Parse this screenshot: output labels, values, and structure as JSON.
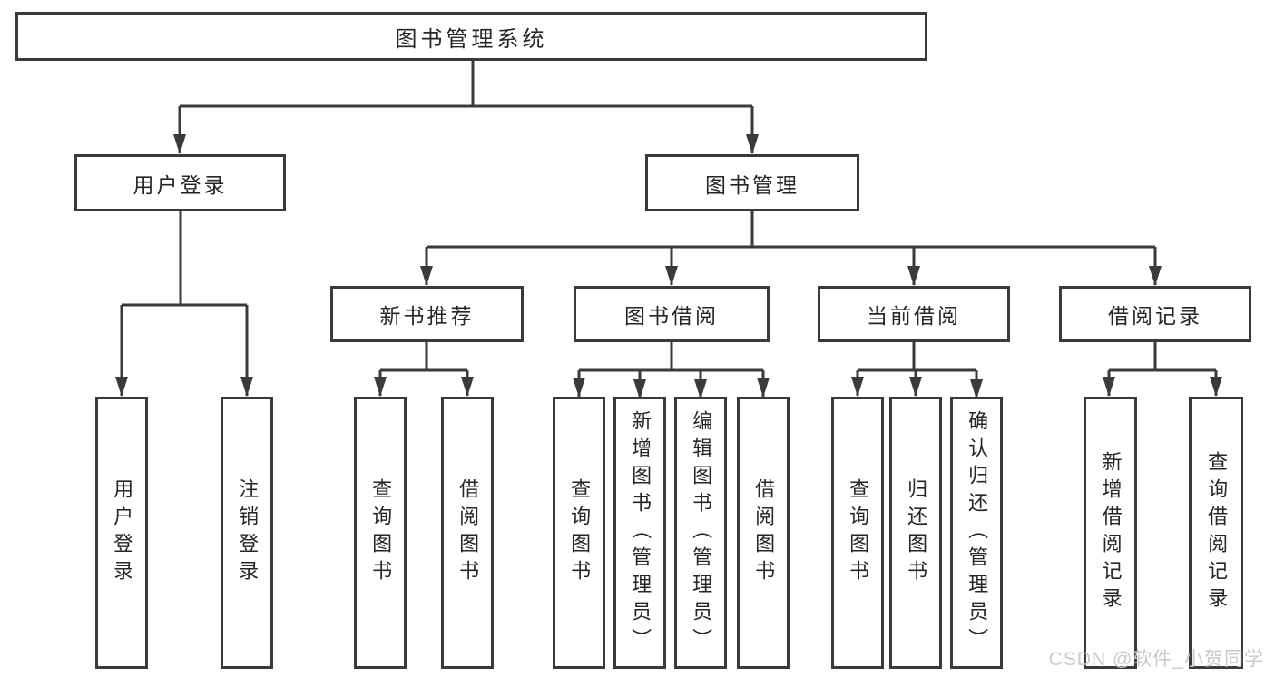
{
  "diagram": {
    "root": {
      "label": "图书管理系统"
    },
    "branches": [
      {
        "label": "用户登录",
        "children": [
          {
            "label": "用户登录"
          },
          {
            "label": "注销登录"
          }
        ]
      },
      {
        "label": "图书管理",
        "children": [
          {
            "label": "新书推荐",
            "children": [
              {
                "label": "查询图书"
              },
              {
                "label": "借阅图书"
              }
            ]
          },
          {
            "label": "图书借阅",
            "children": [
              {
                "label": "查询图书"
              },
              {
                "label": "新增图书（管理员）"
              },
              {
                "label": "编辑图书（管理员）"
              },
              {
                "label": "借阅图书"
              }
            ]
          },
          {
            "label": "当前借阅",
            "children": [
              {
                "label": "查询图书"
              },
              {
                "label": "归还图书"
              },
              {
                "label": "确认归还（管理员）"
              }
            ]
          },
          {
            "label": "借阅记录",
            "children": [
              {
                "label": "新增借阅记录"
              },
              {
                "label": "查询借阅记录"
              }
            ]
          }
        ]
      }
    ]
  },
  "watermark": {
    "text": "CSDN @软件_小贺同学",
    "color": "#c9c9c9"
  },
  "colors": {
    "line": "#3a3a3a",
    "text": "#262626",
    "background": "#ffffff"
  }
}
